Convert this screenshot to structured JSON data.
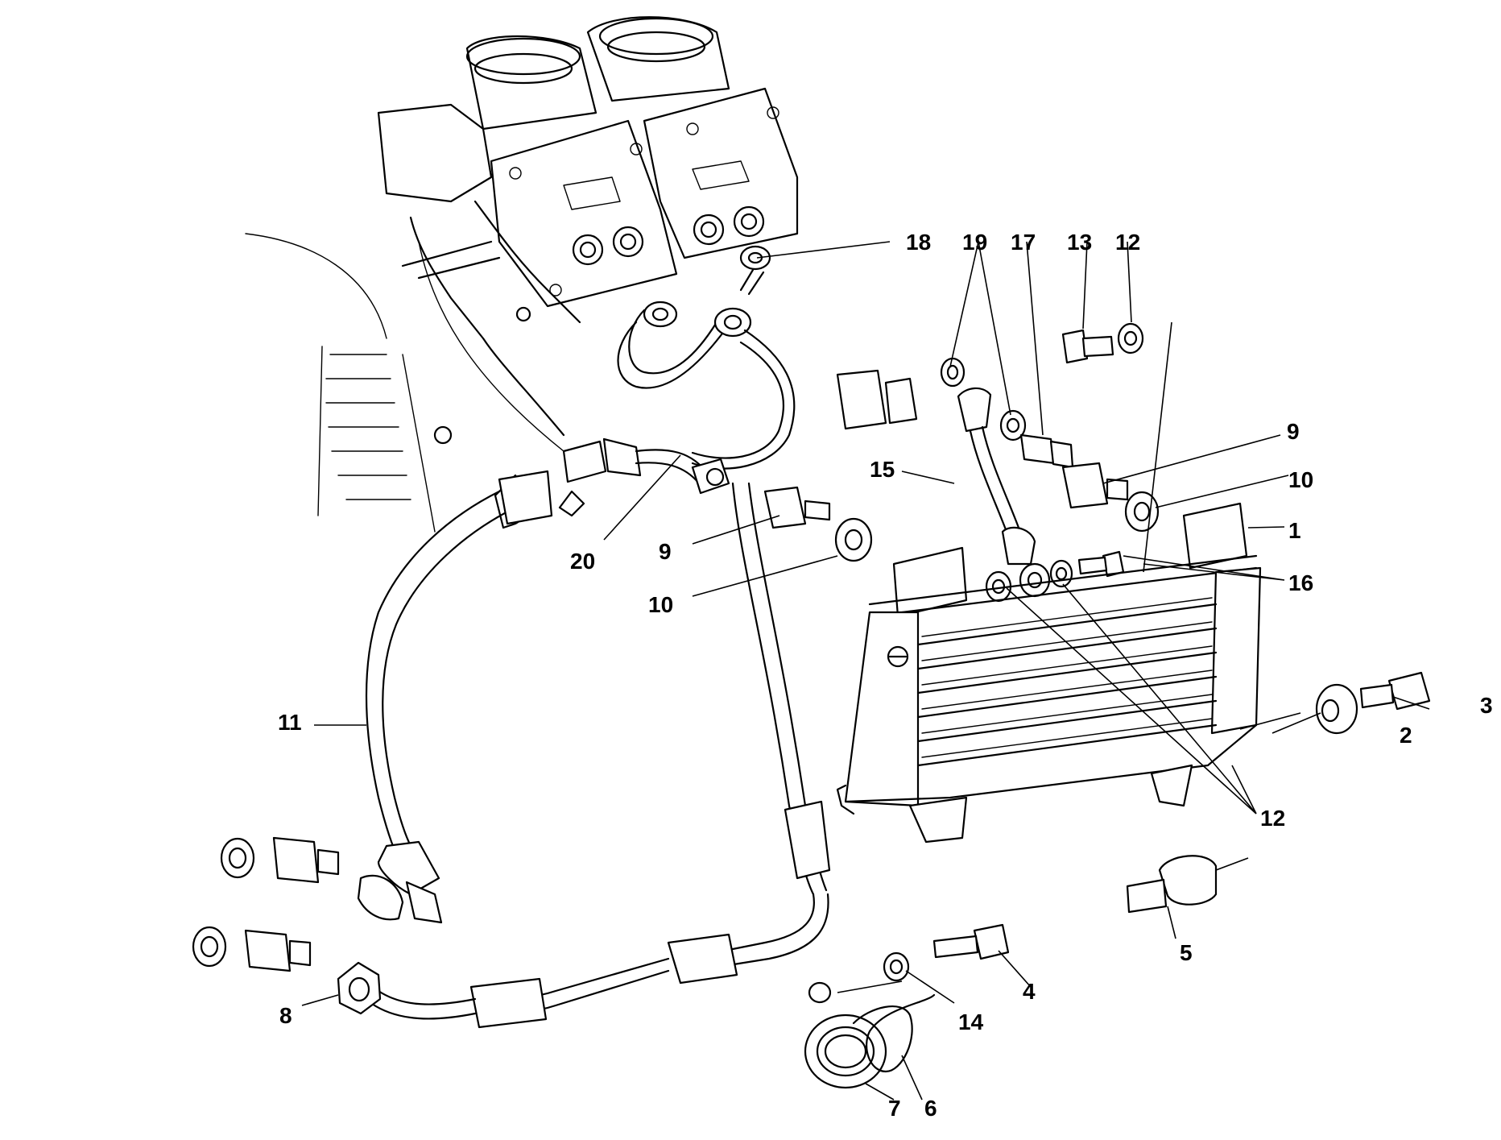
{
  "callouts": {
    "c1": "1",
    "c2": "2",
    "c3": "3",
    "c4": "4",
    "c5": "5",
    "c6": "6",
    "c7": "7",
    "c8": "8",
    "c9a": "9",
    "c9b": "9",
    "c10a": "10",
    "c10b": "10",
    "c11": "11",
    "c12a": "12",
    "c12b": "12",
    "c13": "13",
    "c14": "14",
    "c15": "15",
    "c16": "16",
    "c17": "17",
    "c18": "18",
    "c19": "19",
    "c20": "20"
  },
  "colors": {
    "line": "#000000",
    "background": "#ffffff"
  }
}
